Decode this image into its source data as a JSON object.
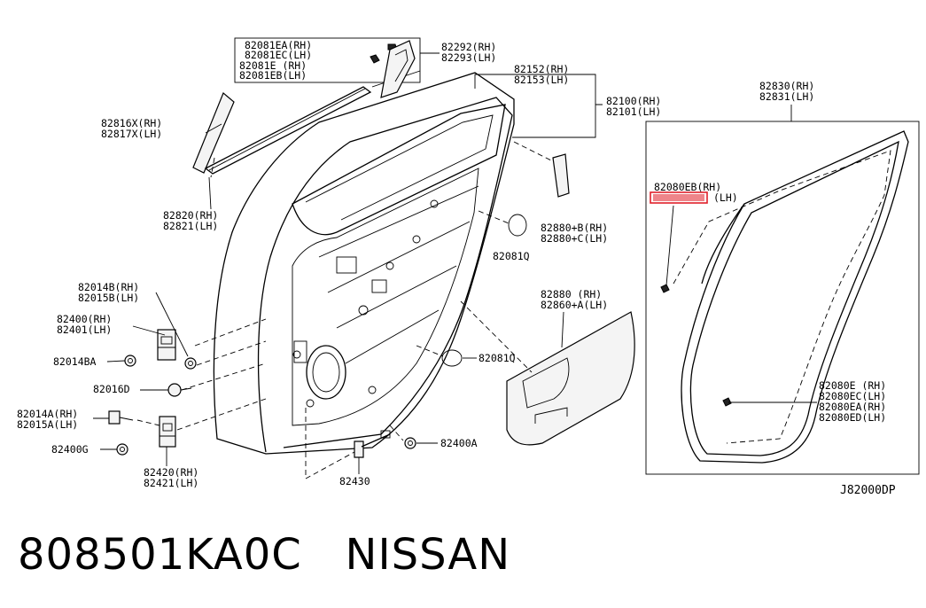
{
  "labels": {
    "l_82081ea": "82081EA(RH)",
    "l_82081ec": "82081EC(LH)",
    "l_82081e": "82081E (RH)",
    "l_82081eb": "82081EB(LH)",
    "l_82292": "82292(RH)",
    "l_82293": "82293(LH)",
    "l_82152": "82152(RH)",
    "l_82153": "82153(LH)",
    "l_82100": "82100(RH)",
    "l_82101": "82101(LH)",
    "l_82816x": "82816X(RH)",
    "l_82817x": "82817X(LH)",
    "l_82820": "82820(RH)",
    "l_82821": "82821(LH)",
    "l_82880b": "82880+B(RH)",
    "l_82880c": "82880+C(LH)",
    "l_82081q_a": "82081Q",
    "l_82880": "82880  (RH)",
    "l_82860a": "82860+A(LH)",
    "l_82081q_b": "82081Q",
    "l_82014b": "82014B(RH)",
    "l_82015b": "82015B(LH)",
    "l_82400": "82400(RH)",
    "l_82401": "82401(LH)",
    "l_82014ba": "82014BA",
    "l_82016d": "82016D",
    "l_82014a": "82014A(RH)",
    "l_82015a": "82015A(LH)",
    "l_82400g": "82400G",
    "l_82420": "82420(RH)",
    "l_82421": "82421(LH)",
    "l_82430": "82430",
    "l_82400a": "82400A",
    "l_82830": "82830(RH)",
    "l_82831": "82831(LH)",
    "l_82080eb": "82080EB(RH)",
    "l_82080ea_hl_lh": "(LH)",
    "l_82080e": "82080E (RH)",
    "l_82080ec": "82080EC(LH)",
    "l_82080ea": "82080EA(RH)",
    "l_82080ed": "82080ED(LH)",
    "diagram_code": "J82000DP"
  },
  "caption": "808501KA0C   NISSAN",
  "colors": {
    "highlight": "#e0202a",
    "line": "#000000"
  }
}
